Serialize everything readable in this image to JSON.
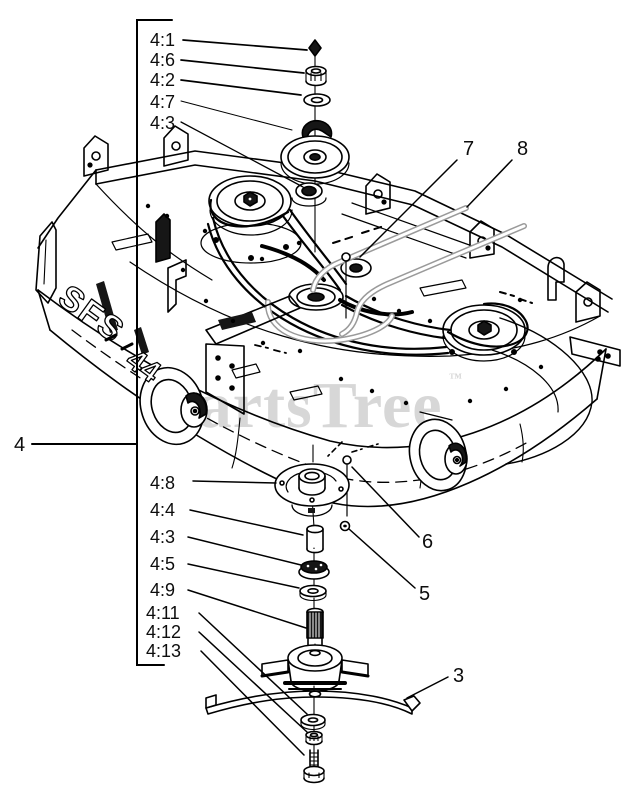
{
  "diagram": {
    "type": "exploded-parts-diagram",
    "subject": "mower-deck-spindle-assembly",
    "colors": {
      "line": "#000000",
      "watermark": "#d7d7d7",
      "tube_gray": "#9a9a9a",
      "background": "#ffffff"
    },
    "watermark": {
      "text": "PartsTree",
      "tm": "™"
    },
    "deck_decals": {
      "model": "SFS",
      "size": "44"
    },
    "callouts": [
      {
        "text": "4:1"
      },
      {
        "text": "4:6"
      },
      {
        "text": "4:2"
      },
      {
        "text": "4:7"
      },
      {
        "text": "4:3"
      },
      {
        "text": "4"
      },
      {
        "text": "4:8"
      },
      {
        "text": "4:4"
      },
      {
        "text": "4:3"
      },
      {
        "text": "4:5"
      },
      {
        "text": "4:9"
      },
      {
        "text": "4:11"
      },
      {
        "text": "4:12"
      },
      {
        "text": "4:13"
      },
      {
        "text": "7"
      },
      {
        "text": "8"
      },
      {
        "text": "6"
      },
      {
        "text": "5"
      },
      {
        "text": "3"
      }
    ]
  }
}
